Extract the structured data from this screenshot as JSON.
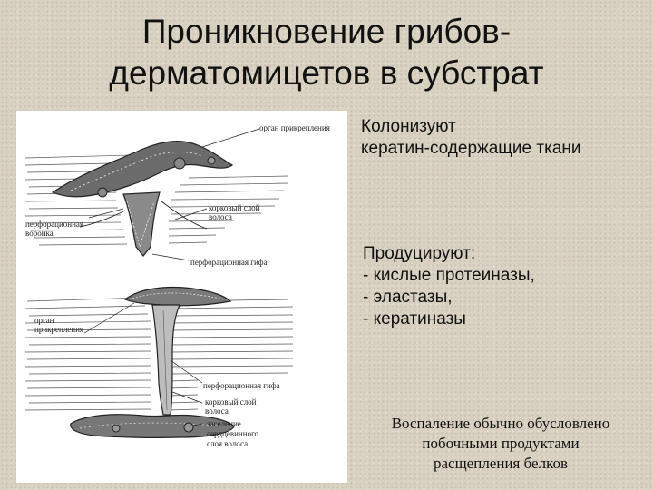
{
  "title": {
    "line1": "Проникновение грибов-",
    "line2": "дерматомицетов в субстрат"
  },
  "figure": {
    "labels": {
      "organ_top": "орган прикрепления",
      "perf_funnel_1": "перфорационная",
      "perf_funnel_2": "воронка",
      "cortex_top_1": "корковый слой",
      "cortex_top_2": "волоса",
      "perf_hypha_top": "перфорационная гифа",
      "organ_left_1": "орган",
      "organ_left_2": "прикрепления",
      "perf_hypha_bottom": "перфорационная гифа",
      "cortex_bottom_1": "корковый слой",
      "cortex_bottom_2": "волоса",
      "fill_1": "заселение",
      "fill_2": "сердцевинного",
      "fill_3": "слоя волоса"
    }
  },
  "colonize": {
    "line1": "Колонизуют",
    "line2": "кератин-содержащие ткани"
  },
  "produce": {
    "line1": "Продуцируют:",
    "line2": "- кислые протеиназы,",
    "line3": "- эластазы,",
    "line4": "- кератиназы"
  },
  "note": {
    "line1": "Воспаление обычно обусловлено",
    "line2": "побочными продуктами",
    "line3": "расщепления белков"
  }
}
